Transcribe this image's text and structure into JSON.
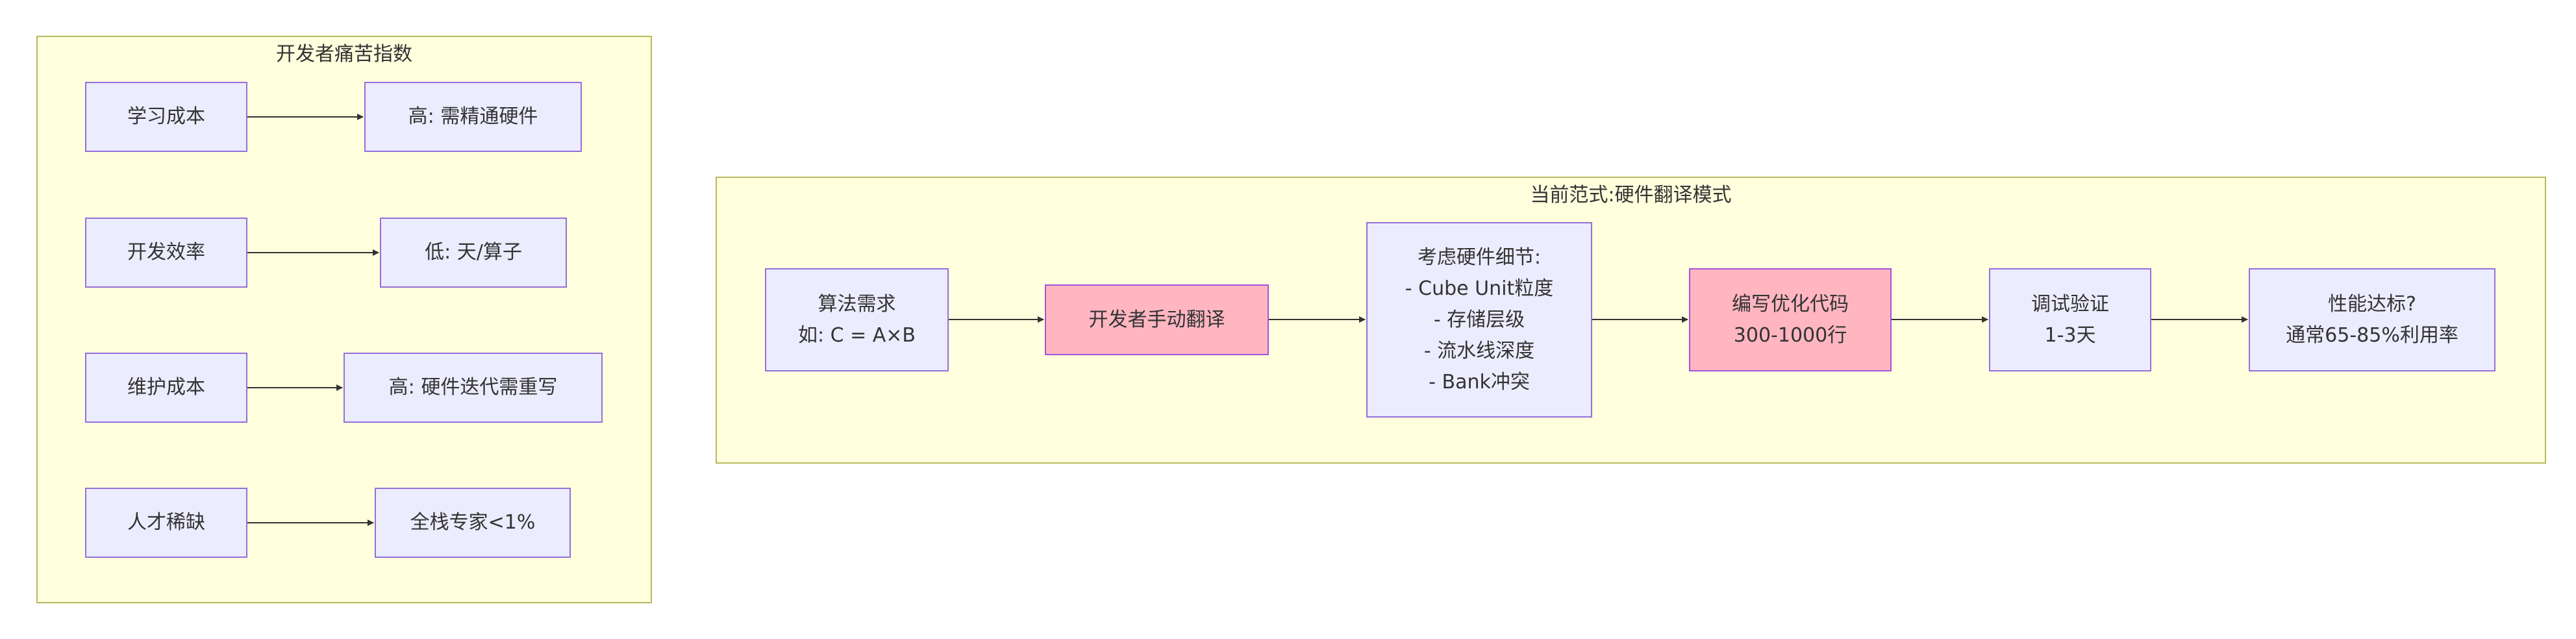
{
  "left_cluster": {
    "title": "开发者痛苦指数",
    "rows": [
      {
        "label": "学习成本",
        "value": "高: 需精通硬件"
      },
      {
        "label": "开发效率",
        "value": "低: 天/算子"
      },
      {
        "label": "维护成本",
        "value": "高: 硬件迭代需重写"
      },
      {
        "label": "人才稀缺",
        "value": "全栈专家<1%"
      }
    ]
  },
  "right_cluster": {
    "title": "当前范式:硬件翻译模式",
    "steps": [
      {
        "lines": [
          "算法需求",
          "如: C = A×B"
        ],
        "highlight": false
      },
      {
        "lines": [
          "开发者手动翻译"
        ],
        "highlight": true
      },
      {
        "lines": [
          "考虑硬件细节:",
          "- Cube Unit粒度",
          "- 存储层级",
          "- 流水线深度",
          "- Bank冲突"
        ],
        "highlight": false
      },
      {
        "lines": [
          "编写优化代码",
          "300-1000行"
        ],
        "highlight": true
      },
      {
        "lines": [
          "调试验证",
          "1-3天"
        ],
        "highlight": false
      },
      {
        "lines": [
          "性能达标?",
          "通常65-85%利用率"
        ],
        "highlight": false
      }
    ]
  },
  "colors": {
    "cluster_fill": "#ffffde",
    "cluster_border": "#b9b95e",
    "node_fill": "#ececff",
    "node_border": "#9370db",
    "highlight_fill": "#ffb6c1",
    "edge": "#333333"
  }
}
